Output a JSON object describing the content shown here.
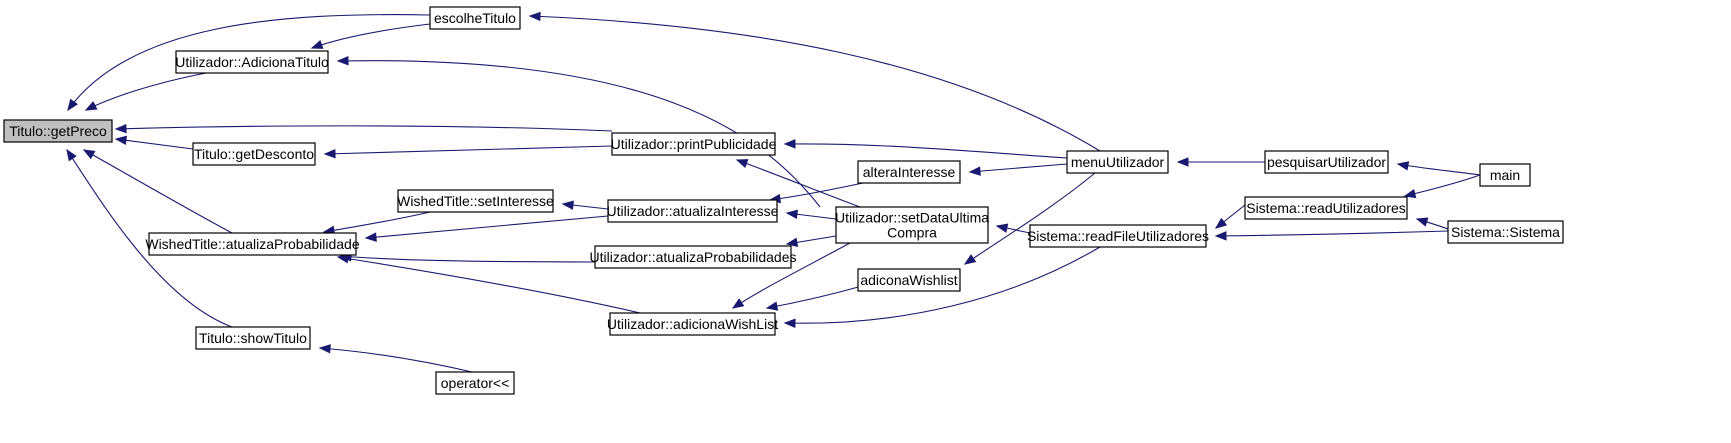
{
  "diagram": {
    "title": "",
    "colors": {
      "edge": "#191970",
      "node_border": "#000000",
      "root_fill": "#bfbfbf",
      "node_fill": "#ffffff"
    },
    "nodes": [
      {
        "id": "getPreco",
        "lines": [
          "Titulo::getPreco"
        ],
        "root": true
      },
      {
        "id": "escolheTitulo",
        "lines": [
          "escolheTitulo"
        ]
      },
      {
        "id": "adicionaTitulo",
        "lines": [
          "Utilizador::AdicionaTitulo"
        ]
      },
      {
        "id": "getDesconto",
        "lines": [
          "Titulo::getDesconto"
        ]
      },
      {
        "id": "atualizaProbabilidade",
        "lines": [
          "WishedTitle::atualizaProbabilidade"
        ]
      },
      {
        "id": "showTitulo",
        "lines": [
          "Titulo::showTitulo"
        ]
      },
      {
        "id": "setInteresse",
        "lines": [
          "WishedTitle::setInteresse"
        ]
      },
      {
        "id": "printPublicidade",
        "lines": [
          "Utilizador::printPublicidade"
        ]
      },
      {
        "id": "atualizaInteresse",
        "lines": [
          "Utilizador::atualizaInteresse"
        ]
      },
      {
        "id": "atualizaProbabilidades",
        "lines": [
          "Utilizador::atualizaProbabilidades"
        ]
      },
      {
        "id": "adicionaWishList",
        "lines": [
          "Utilizador::adicionaWishList"
        ]
      },
      {
        "id": "operator",
        "lines": [
          "operator<<"
        ]
      },
      {
        "id": "alteraInteresse",
        "lines": [
          "alteraInteresse"
        ]
      },
      {
        "id": "setDataUltimaCompra",
        "lines": [
          "Utilizador::setDataUltima",
          "Compra"
        ]
      },
      {
        "id": "adiconaWishlist",
        "lines": [
          "adiconaWishlist"
        ]
      },
      {
        "id": "menuUtilizador",
        "lines": [
          "menuUtilizador"
        ]
      },
      {
        "id": "readFileUtilizadores",
        "lines": [
          "Sistema::readFileUtilizadores"
        ]
      },
      {
        "id": "pesquisarUtilizador",
        "lines": [
          "pesquisarUtilizador"
        ]
      },
      {
        "id": "readUtilizadores",
        "lines": [
          "Sistema::readUtilizadores"
        ]
      },
      {
        "id": "main",
        "lines": [
          "main"
        ]
      },
      {
        "id": "sistema",
        "lines": [
          "Sistema::Sistema"
        ]
      }
    ],
    "edges": [
      {
        "from": "escolheTitulo",
        "to": "getPreco"
      },
      {
        "from": "adicionaTitulo",
        "to": "getPreco"
      },
      {
        "from": "printPublicidade",
        "to": "getPreco"
      },
      {
        "from": "getDesconto",
        "to": "getPreco"
      },
      {
        "from": "atualizaProbabilidade",
        "to": "getPreco"
      },
      {
        "from": "showTitulo",
        "to": "getPreco"
      },
      {
        "from": "escolheTitulo",
        "to": "adicionaTitulo"
      },
      {
        "from": "menuUtilizador",
        "to": "escolheTitulo"
      },
      {
        "from": "setDataUltimaCompra",
        "to": "adicionaTitulo"
      },
      {
        "from": "printPublicidade",
        "to": "getDesconto"
      },
      {
        "from": "menuUtilizador",
        "to": "printPublicidade"
      },
      {
        "from": "setDataUltimaCompra",
        "to": "printPublicidade"
      },
      {
        "from": "setInteresse",
        "to": "atualizaProbabilidade"
      },
      {
        "from": "atualizaInteresse",
        "to": "atualizaProbabilidade"
      },
      {
        "from": "atualizaProbabilidades",
        "to": "atualizaProbabilidade"
      },
      {
        "from": "adicionaWishList",
        "to": "atualizaProbabilidade"
      },
      {
        "from": "atualizaInteresse",
        "to": "setInteresse"
      },
      {
        "from": "alteraInteresse",
        "to": "atualizaInteresse"
      },
      {
        "from": "setDataUltimaCompra",
        "to": "atualizaInteresse"
      },
      {
        "from": "setDataUltimaCompra",
        "to": "atualizaProbabilidades"
      },
      {
        "from": "setDataUltimaCompra",
        "to": "adicionaWishList"
      },
      {
        "from": "adiconaWishlist",
        "to": "adicionaWishList"
      },
      {
        "from": "readFileUtilizadores",
        "to": "adicionaWishList"
      },
      {
        "from": "operator",
        "to": "showTitulo"
      },
      {
        "from": "menuUtilizador",
        "to": "alteraInteresse"
      },
      {
        "from": "menuUtilizador",
        "to": "adiconaWishlist"
      },
      {
        "from": "readFileUtilizadores",
        "to": "setDataUltimaCompra"
      },
      {
        "from": "pesquisarUtilizador",
        "to": "menuUtilizador"
      },
      {
        "from": "readUtilizadores",
        "to": "readFileUtilizadores"
      },
      {
        "from": "sistema",
        "to": "readFileUtilizadores"
      },
      {
        "from": "main",
        "to": "pesquisarUtilizador"
      },
      {
        "from": "main",
        "to": "readUtilizadores"
      },
      {
        "from": "sistema",
        "to": "readUtilizadores"
      }
    ]
  }
}
